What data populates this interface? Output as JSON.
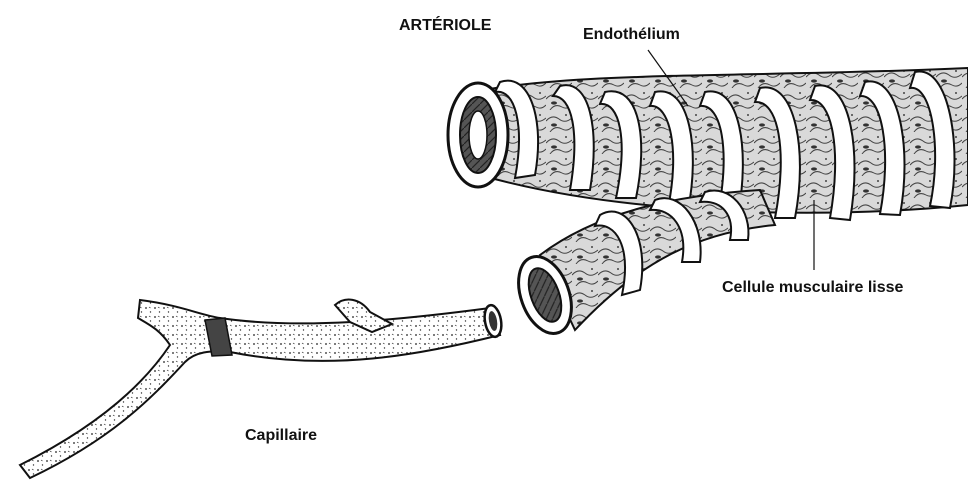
{
  "labels": {
    "arteriole": "ARTÉRIOLE",
    "endothelium": "Endothélium",
    "smooth_muscle_cell": "Cellule musculaire lisse",
    "capillary": "Capillaire"
  },
  "colors": {
    "ink": "#111111",
    "paper": "#ffffff",
    "shade": "#6a6a6a"
  }
}
